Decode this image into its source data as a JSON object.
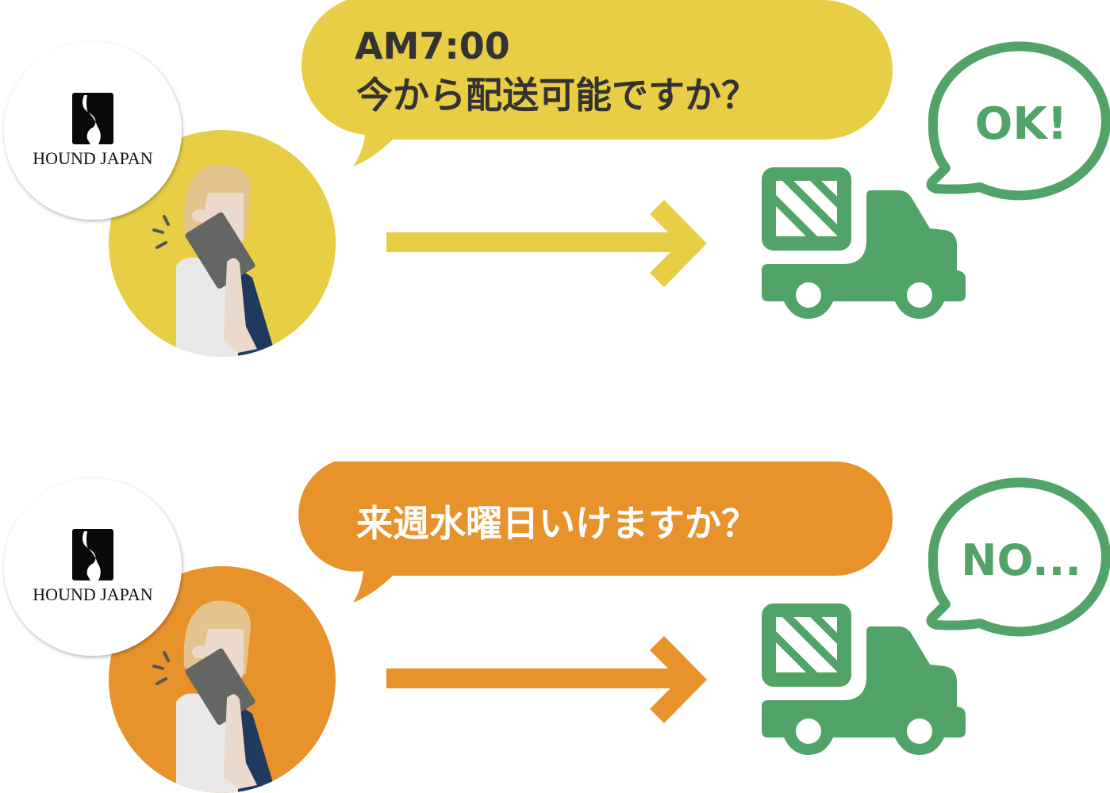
{
  "colors": {
    "yellow": "#E8CE44",
    "orange": "#E8922C",
    "green": "#52A368",
    "text": "#333333"
  },
  "logo": {
    "text": "HOUND JAPAN"
  },
  "scenarios": [
    {
      "time": "AM7:00",
      "question": "今から配送可能ですか？",
      "answer": "OK!",
      "accent": "yellow"
    },
    {
      "question": "来週水曜日いけますか？",
      "answer": "NO...",
      "accent": "orange"
    }
  ]
}
